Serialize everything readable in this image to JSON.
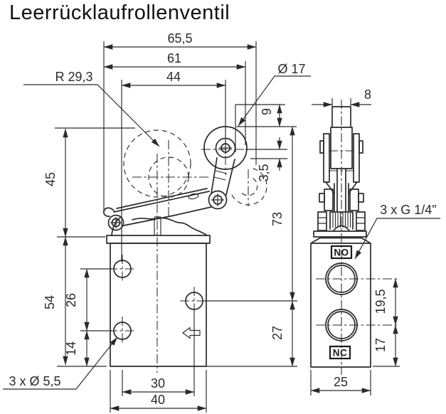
{
  "title": "Leerrücklaufrollenventil",
  "colors": {
    "line": "#2a2a2a",
    "text": "#2b2b2b",
    "background": "#ffffff"
  },
  "front_view": {
    "dims": {
      "width_total": "65,5",
      "width_to_roller": "61",
      "width_inner": "44",
      "lever_radius": "R 29,3",
      "roller_diameter": "Ø 17",
      "pretravel": "9",
      "overtravel": "3,5",
      "height_top_to_port": "73",
      "height_port_to_base": "27",
      "lever_height": "45",
      "body_height": "54",
      "hole_spacing": "26",
      "hole_to_base": "14",
      "hole_pitch": "30",
      "body_width": "40",
      "mounting_holes": "3 x Ø 5,5"
    }
  },
  "side_view": {
    "dims": {
      "roller_width": "8",
      "port_spacing": "19,5",
      "port_to_base": "17",
      "body_depth": "25",
      "thread_ports": "3 x G 1/4\""
    },
    "port_labels": {
      "no": "NO",
      "nc": "NC"
    }
  }
}
